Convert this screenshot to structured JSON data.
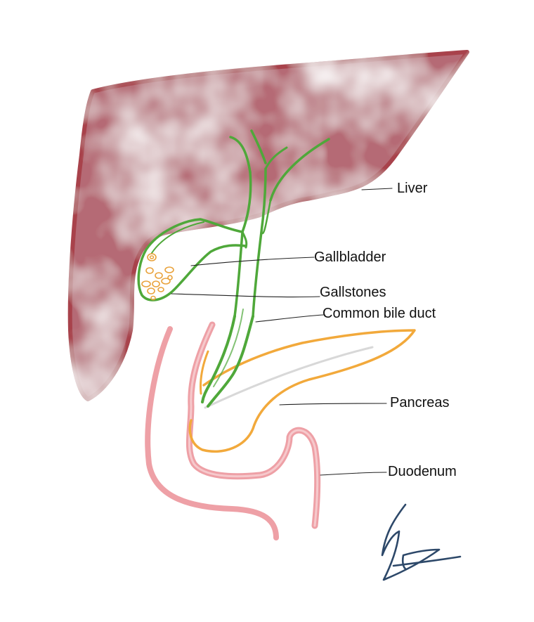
{
  "labels": {
    "liver": "Liver",
    "gallbladder": "Gallbladder",
    "gallstones": "Gallstones",
    "common_bile_duct": "Common bile duct",
    "pancreas": "Pancreas",
    "duodenum": "Duodenum"
  },
  "colors": {
    "liver_fill": "#b56a74",
    "liver_outline": "#a8424c",
    "bile_duct": "#4fa83a",
    "gallstones": "#e9a23b",
    "pancreas": "#f2a93b",
    "duodenum": "#eea0a6",
    "leader_line": "#222222",
    "signature": "#2d4869"
  }
}
